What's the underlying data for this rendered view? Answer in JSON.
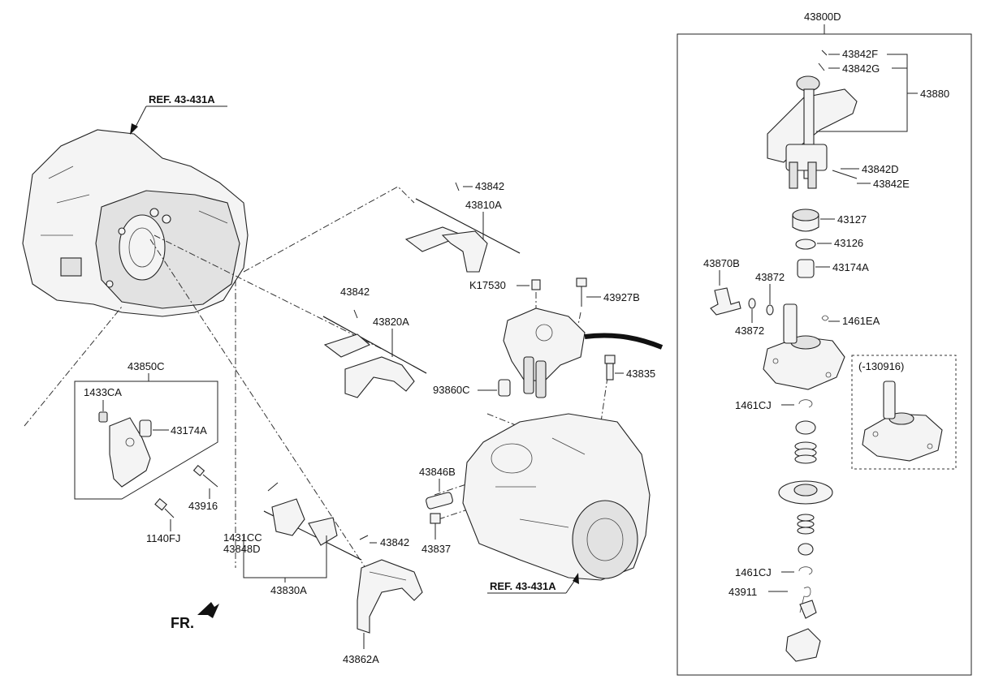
{
  "labels": {
    "ref_top": "REF. 43-431A",
    "ref_bottom": "REF. 43-431A",
    "fr": "FR.",
    "p43850C": "43850C",
    "p1433CA": "1433CA",
    "p43174A_left": "43174A",
    "p43916": "43916",
    "p1140FJ": "1140FJ",
    "p1431CC": "1431CC",
    "p43848D": "43848D",
    "p43830A": "43830A",
    "p43842_low": "43842",
    "p43862A": "43862A",
    "p43842_mid": "43842",
    "p43820A": "43820A",
    "p43842_top": "43842",
    "p43810A": "43810A",
    "pK17530": "K17530",
    "p43927B": "43927B",
    "p93860C": "93860C",
    "p43835": "43835",
    "p43846B": "43846B",
    "p43837": "43837",
    "p43800D": "43800D",
    "p43842F": "43842F",
    "p43842G": "43842G",
    "p43880": "43880",
    "p43842D": "43842D",
    "p43842E": "43842E",
    "p43127": "43127",
    "p43126": "43126",
    "p43174A_right": "43174A",
    "p43870B": "43870B",
    "p43872_a": "43872",
    "p43872_b": "43872",
    "p1461EA": "1461EA",
    "p1461CJ_a": "1461CJ",
    "p1461CJ_b": "1461CJ",
    "p43911": "43911",
    "p130916": "(-130916)"
  }
}
